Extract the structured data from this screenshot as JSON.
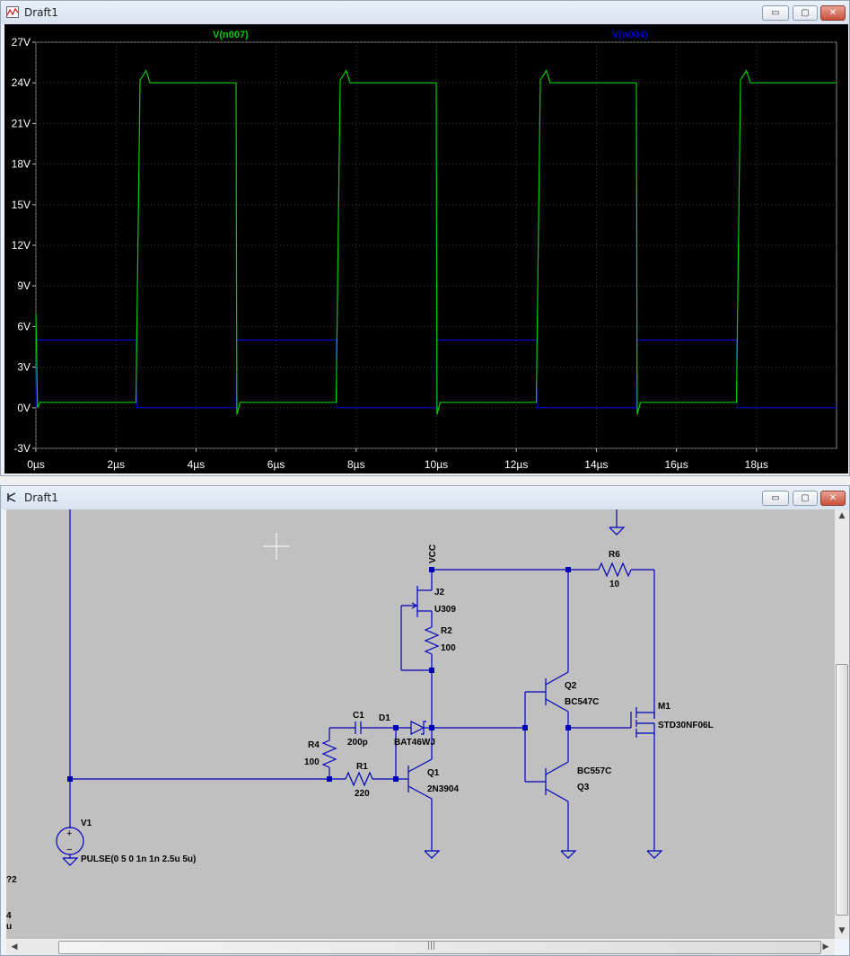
{
  "plot_window": {
    "title": "Draft1",
    "buttons": {
      "minimize": "▭",
      "maximize": "▢",
      "close": "✕"
    }
  },
  "schematic_window": {
    "title": "Draft1",
    "buttons": {
      "minimize": "▭",
      "maximize": "▢",
      "close": "✕"
    },
    "scrollbar_grip": "|||",
    "edge_texts": [
      "?2",
      "4",
      "u"
    ]
  },
  "colors": {
    "plot_bg": "#000000",
    "grid": "#555555",
    "axis_text": "#ffffff",
    "trace_green": "#00cc00",
    "trace_blue": "#0000cc",
    "schematic_bg": "#c0c0c0",
    "wire": "#0000bb"
  },
  "chart_data": {
    "type": "line",
    "xlabel": "",
    "ylabel": "",
    "xlim": [
      0,
      20
    ],
    "ylim": [
      -3,
      27
    ],
    "x_ticks": [
      "0µs",
      "2µs",
      "4µs",
      "6µs",
      "8µs",
      "10µs",
      "12µs",
      "14µs",
      "16µs",
      "18µs"
    ],
    "y_ticks": [
      "27V",
      "24V",
      "21V",
      "18V",
      "15V",
      "12V",
      "9V",
      "6V",
      "3V",
      "0V",
      "-3V"
    ],
    "grid": true,
    "legend_position": "top",
    "series": [
      {
        "name": "V(n007)",
        "color": "#00cc00",
        "x": [
          0,
          0.04,
          0.1,
          2.5,
          2.6,
          2.75,
          2.85,
          5.0,
          5.02,
          5.1,
          7.5,
          7.6,
          7.75,
          7.85,
          10.0,
          10.02,
          10.1,
          12.5,
          12.6,
          12.75,
          12.85,
          15.0,
          15.02,
          15.1,
          17.5,
          17.6,
          17.75,
          17.85,
          20.0
        ],
        "y": [
          7,
          0,
          0.4,
          0.4,
          24.2,
          24.9,
          24,
          24,
          -0.5,
          0.4,
          0.4,
          24.2,
          24.9,
          24,
          24,
          -0.5,
          0.4,
          0.4,
          24.2,
          24.9,
          24,
          24,
          -0.5,
          0.4,
          0.4,
          24.2,
          24.9,
          24,
          24
        ]
      },
      {
        "name": "V(n004)",
        "color": "#0000cc",
        "x": [
          0,
          0.02,
          2.5,
          2.52,
          5.0,
          5.02,
          7.5,
          7.52,
          10.0,
          10.02,
          12.5,
          12.52,
          15.0,
          15.02,
          17.5,
          17.52,
          20.0
        ],
        "y": [
          0,
          5,
          5,
          0,
          0,
          5,
          5,
          0,
          0,
          5,
          5,
          0,
          0,
          5,
          5,
          0,
          0
        ]
      }
    ]
  },
  "schematic": {
    "net_label_vcc": "VCC",
    "components": {
      "j2": {
        "ref": "J2",
        "value": "U309"
      },
      "r2": {
        "ref": "R2",
        "value": "100"
      },
      "r6": {
        "ref": "R6",
        "value": "10"
      },
      "c1": {
        "ref": "C1",
        "value": "200p"
      },
      "d1": {
        "ref": "D1",
        "value": "BAT46WJ"
      },
      "r4": {
        "ref": "R4",
        "value": "100"
      },
      "r1": {
        "ref": "R1",
        "value": "220"
      },
      "q1": {
        "ref": "Q1",
        "value": "2N3904"
      },
      "q2": {
        "ref": "Q2",
        "value": "BC547C"
      },
      "q3": {
        "ref": "Q3",
        "value": "BC557C"
      },
      "m1": {
        "ref": "M1",
        "value": "STD30NF06L"
      },
      "v1": {
        "ref": "V1",
        "value": "PULSE(0 5 0 1n 1n 2.5u 5u)"
      }
    }
  }
}
